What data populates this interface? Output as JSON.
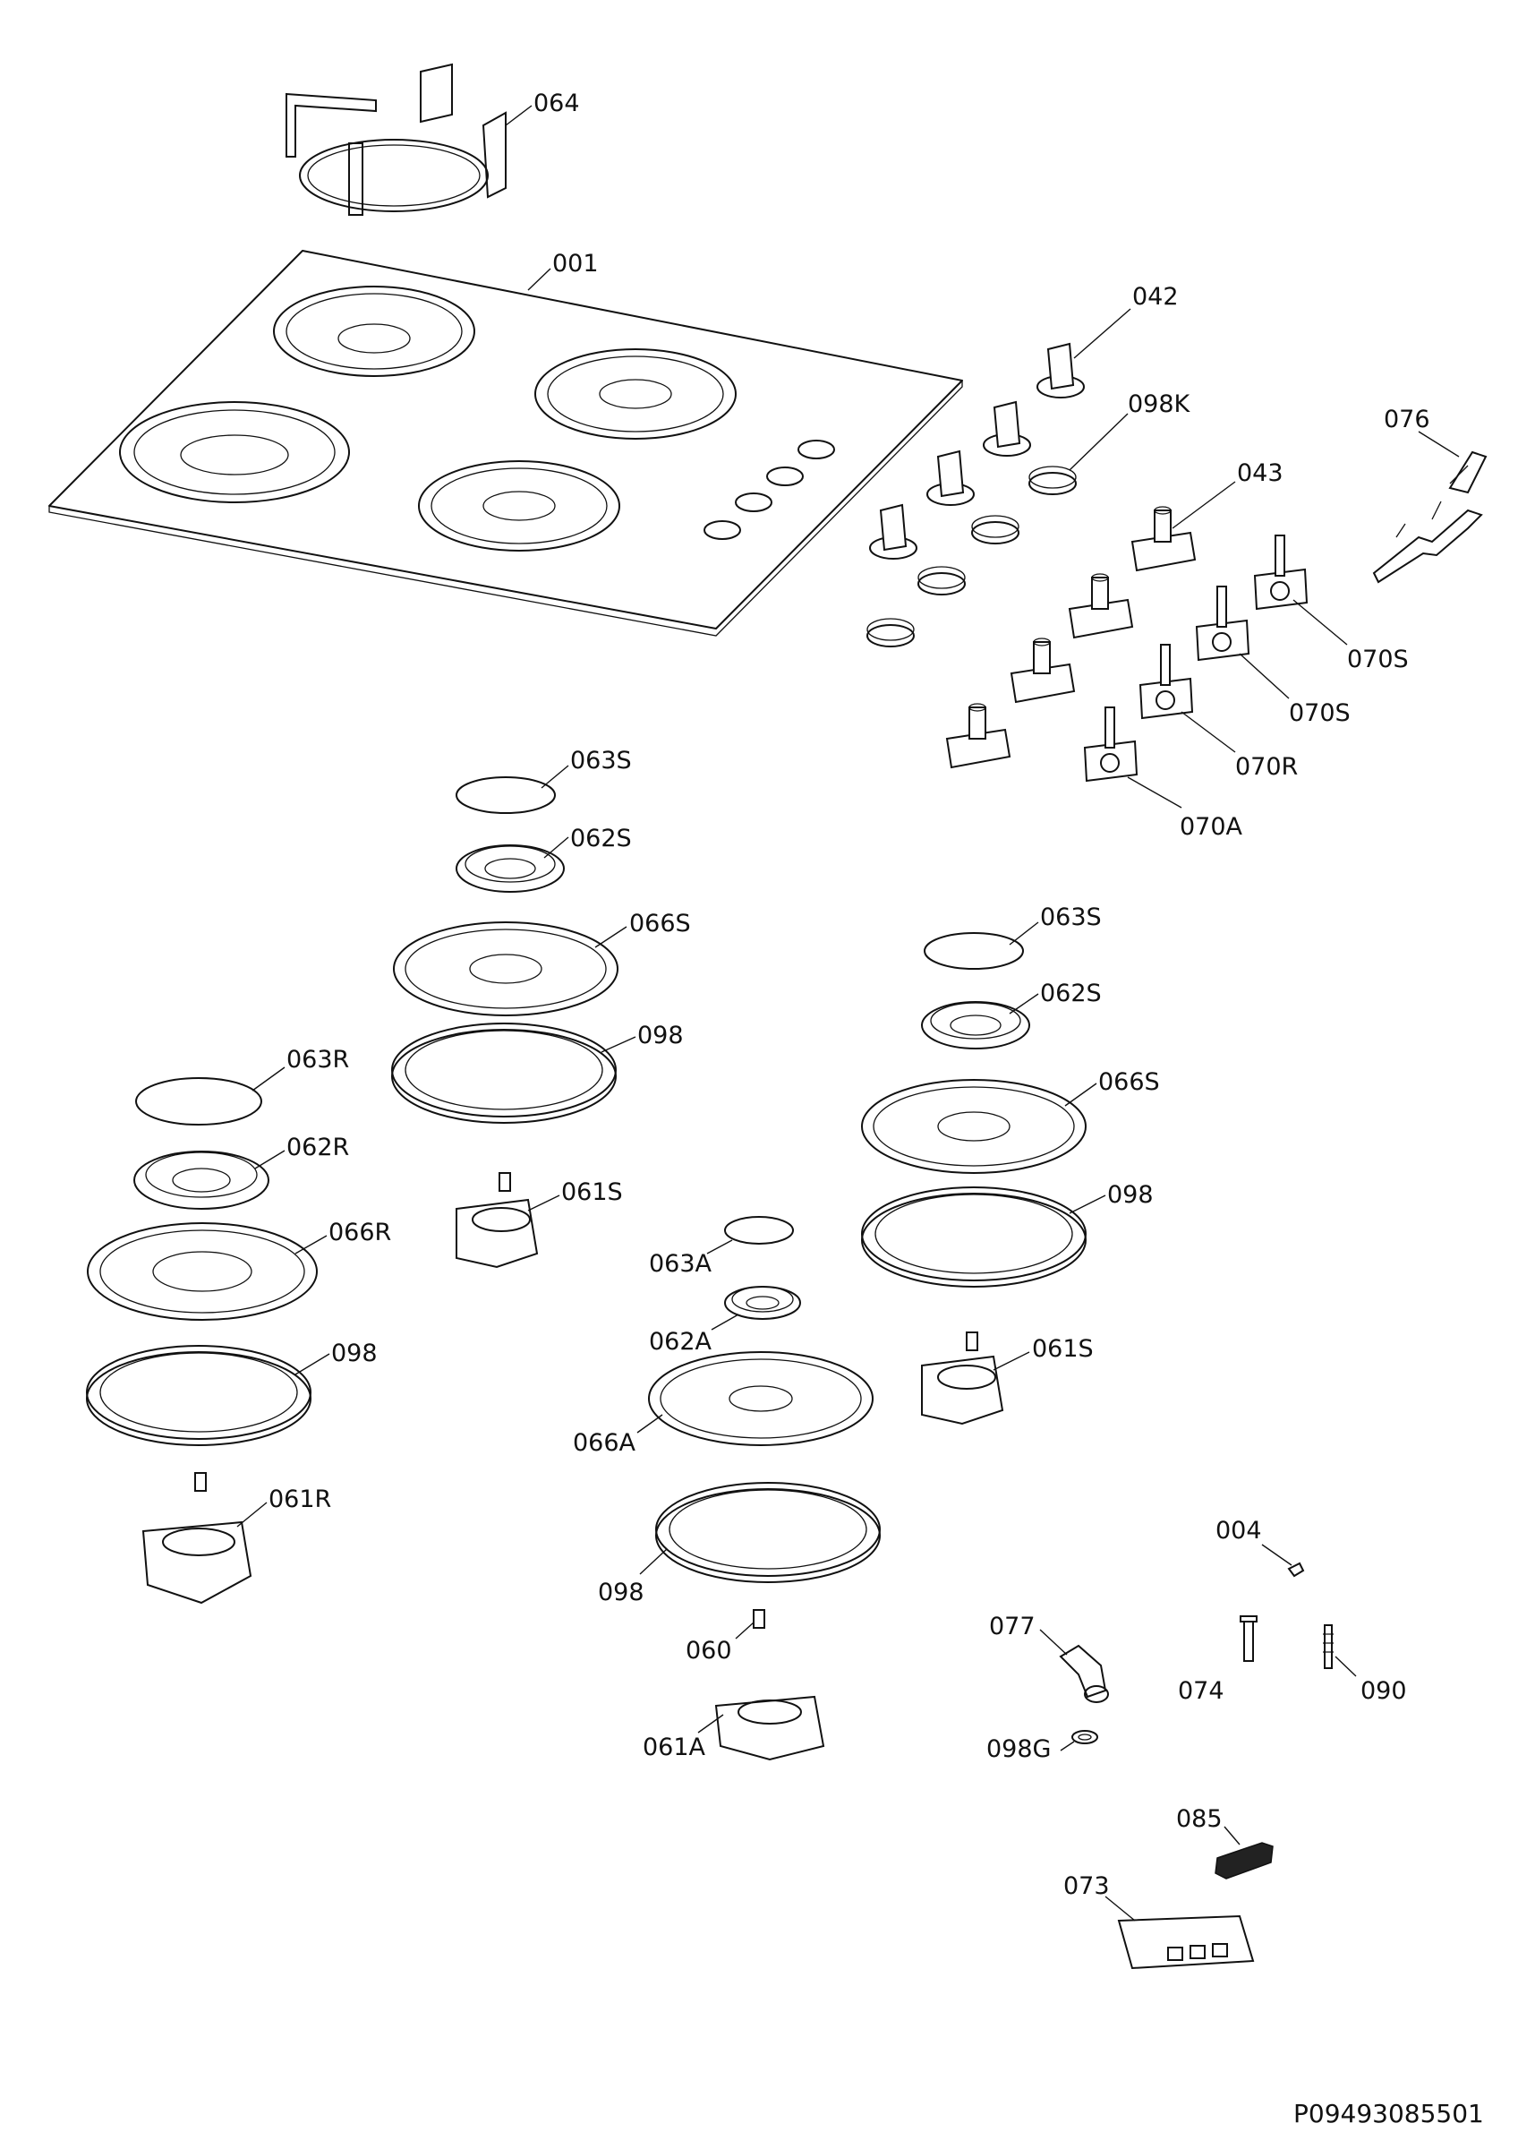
{
  "doc_ref": "P09493085501",
  "parts": {
    "p064": "064",
    "p001": "001",
    "p042": "042",
    "p098K": "098K",
    "p076": "076",
    "p043": "043",
    "p070S_1": "070S",
    "p070S_2": "070S",
    "p070R": "070R",
    "p070A": "070A",
    "p063S_1": "063S",
    "p062S_1": "062S",
    "p066S_1": "066S",
    "p098_1": "098",
    "p061S_1": "061S",
    "p063S_2": "063S",
    "p062S_2": "062S",
    "p066S_2": "066S",
    "p098_2": "098",
    "p061S_2": "061S",
    "p063R": "063R",
    "p062R": "062R",
    "p066R": "066R",
    "p098_3": "098",
    "p061R": "061R",
    "p063A": "063A",
    "p062A": "062A",
    "p066A": "066A",
    "p098_4": "098",
    "p060": "060",
    "p061A": "061A",
    "p004": "004",
    "p077": "077",
    "p098G": "098G",
    "p074": "074",
    "p090": "090",
    "p085": "085",
    "p073": "073"
  }
}
